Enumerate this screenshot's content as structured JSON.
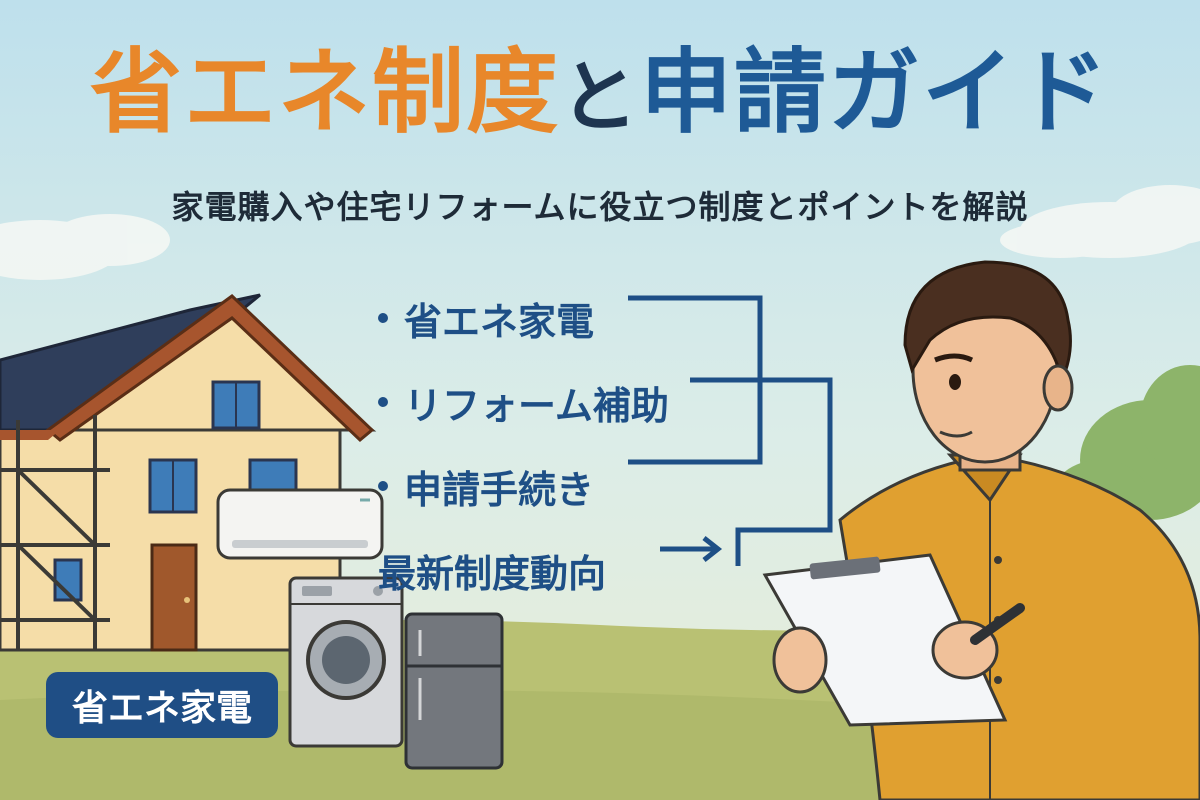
{
  "title": {
    "part1": "省エネ制度",
    "part2": "と",
    "part3": "申請ガイド"
  },
  "subtitle": "家電購入や住宅リフォームに役立つ制度とポイントを解説",
  "topics": [
    {
      "label": "省エネ家電",
      "bullet": true
    },
    {
      "label": "リフォーム補助",
      "bullet": true
    },
    {
      "label": "申請手続き",
      "bullet": true
    },
    {
      "label": "最新制度動向",
      "bullet": false
    }
  ],
  "badge": "省エネ家電",
  "colors": {
    "title_orange": "#E8872A",
    "title_blue": "#1E5A96",
    "accent_navy": "#1F4E85",
    "shirt": "#E0A030",
    "sky": "#C9E6EE",
    "grass": "#B9C173"
  },
  "icons": [
    "house-icon",
    "air-conditioner-icon",
    "washing-machine-icon",
    "refrigerator-icon",
    "clipboard-icon",
    "pen-icon",
    "arrow-right-icon"
  ]
}
